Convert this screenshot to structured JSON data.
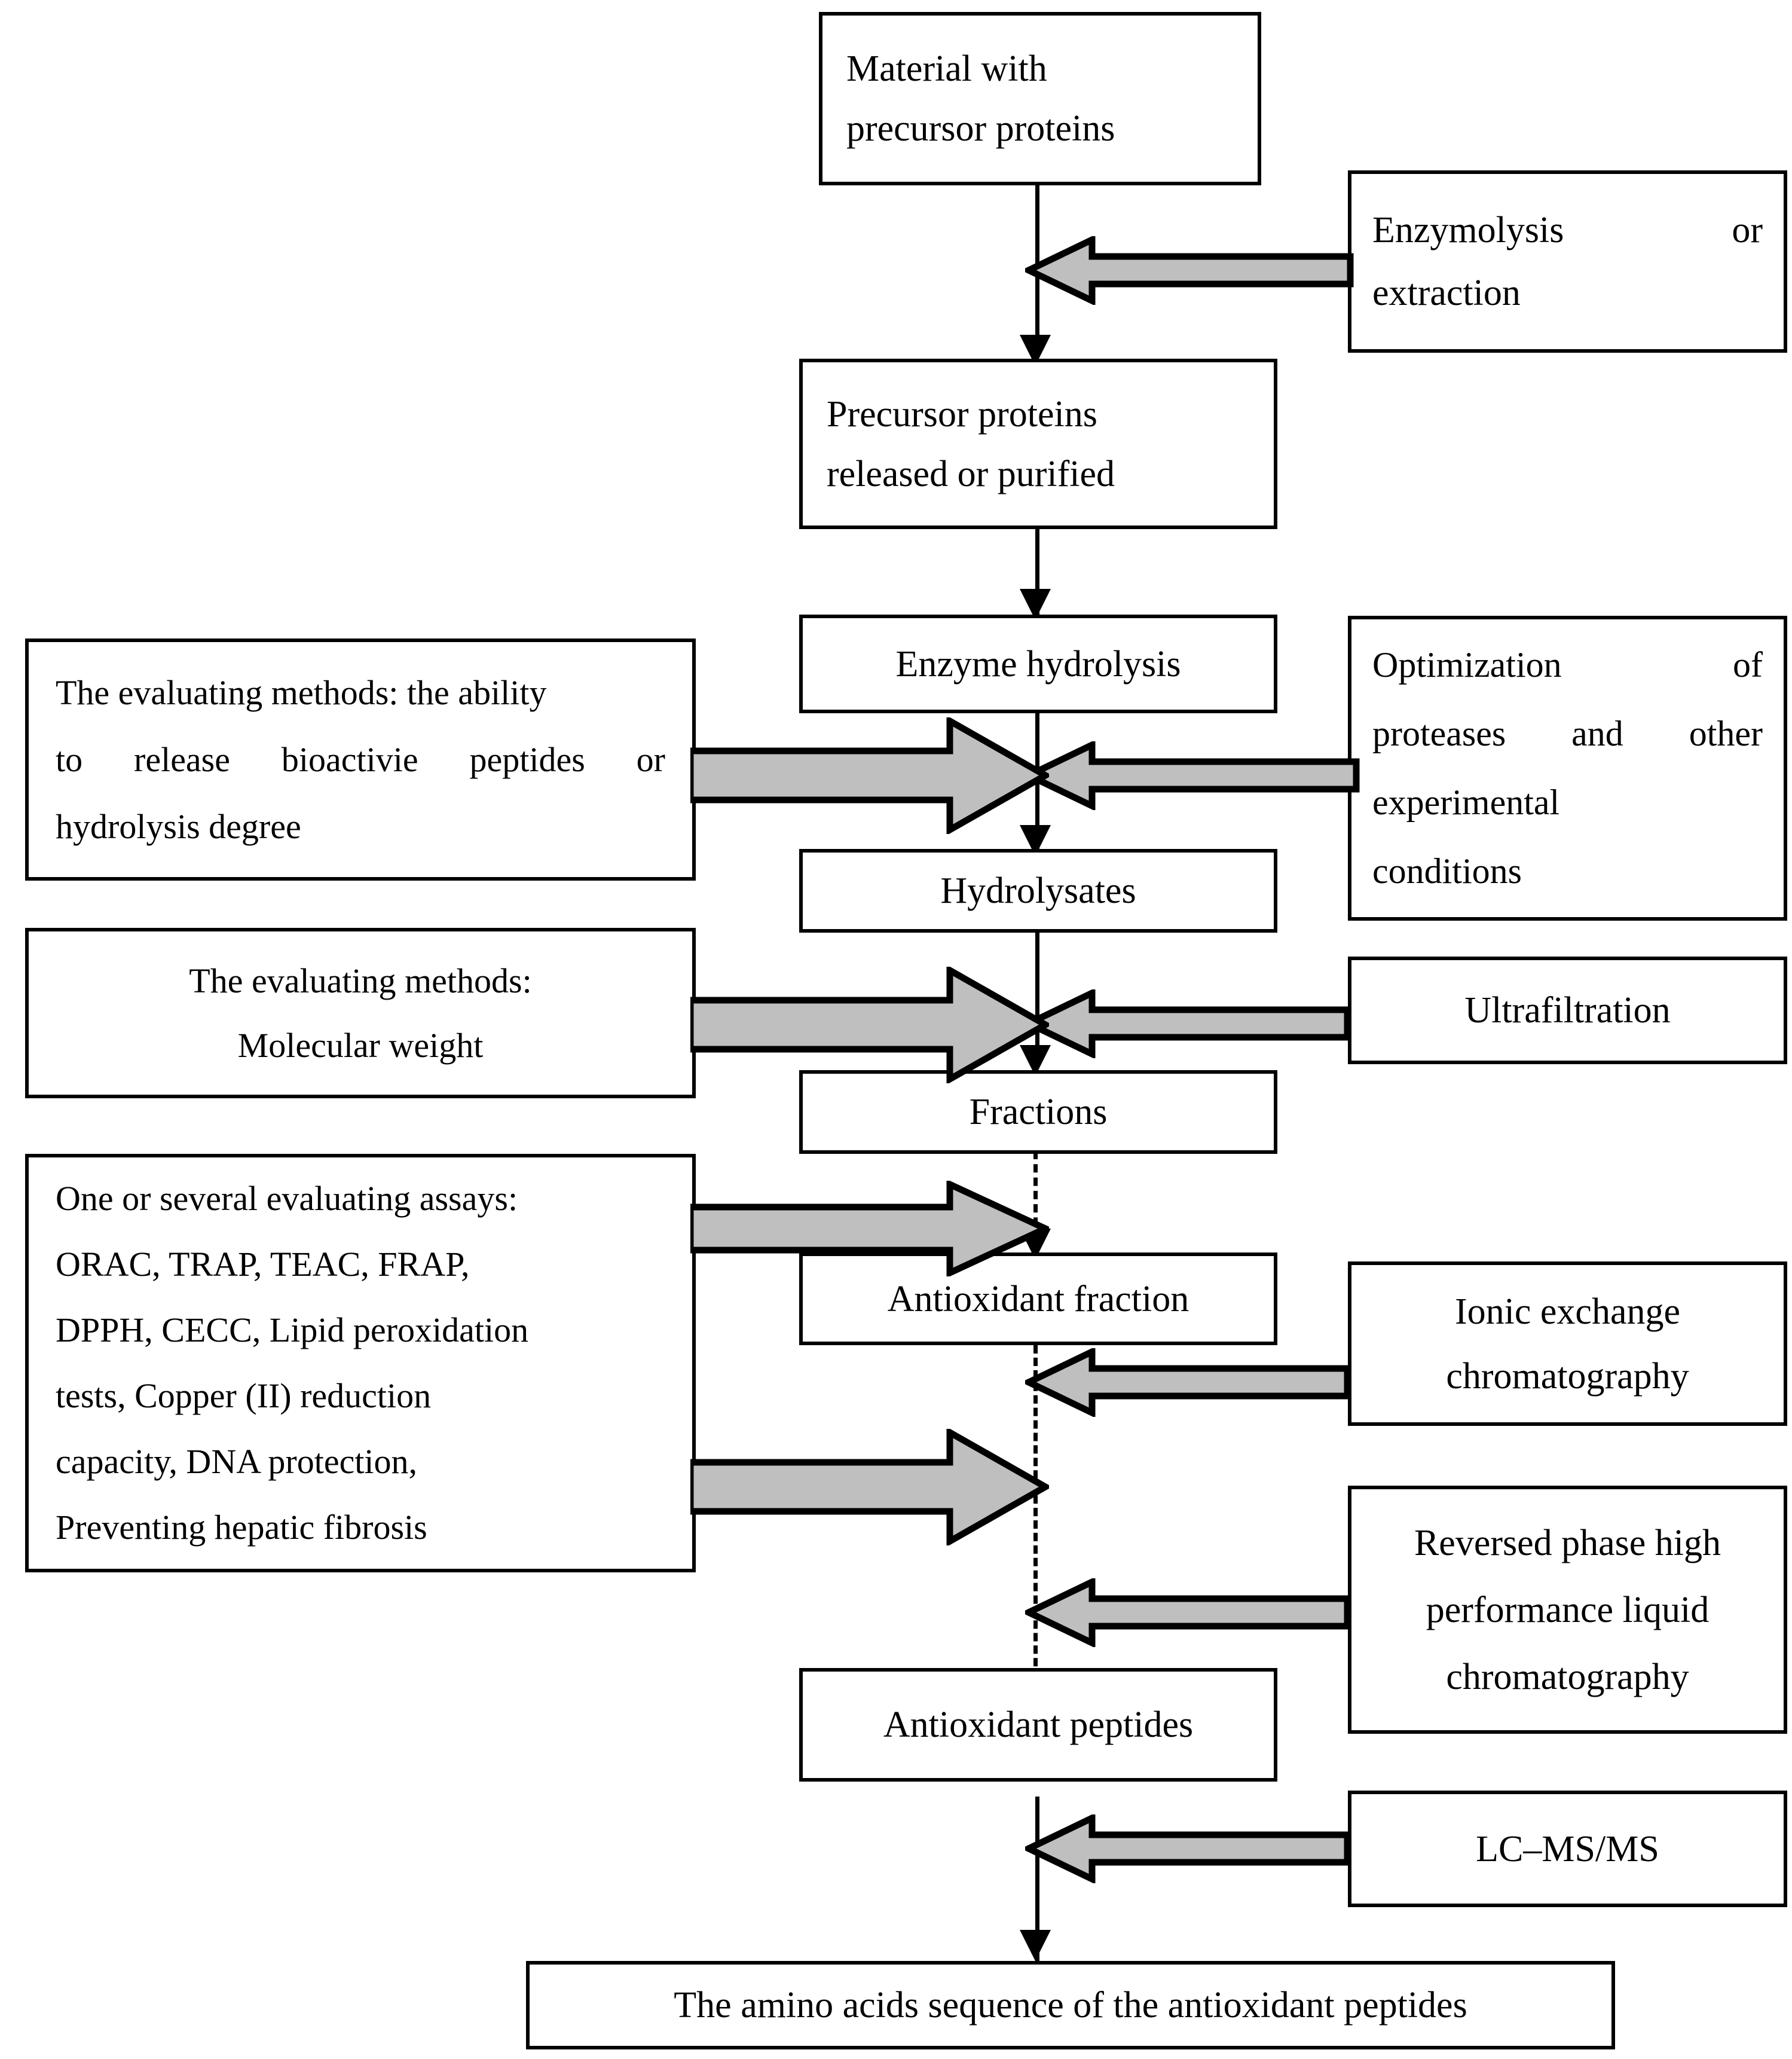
{
  "diagram": {
    "title": "Preparation and evaluation workflow of antioxidant peptides",
    "colors": {
      "arrow_fill": "#BFBFBF",
      "outline": "#000000",
      "background": "#FFFFFF"
    },
    "nodes": {
      "material": {
        "line1": "Material with",
        "line2": "precursor proteins"
      },
      "enzymolysis": {
        "line1": "Enzymolysis           or",
        "line2": "extraction"
      },
      "precursor_released": {
        "line1": "Precursor proteins",
        "line2": "released or purified"
      },
      "enzyme_hydrolysis": {
        "line1": "Enzyme hydrolysis"
      },
      "optimization": {
        "line1": "Optimization            of",
        "line2": "proteases  and  other",
        "line3": "experimental",
        "line4": "conditions"
      },
      "eval_ability": {
        "line1": "The evaluating methods: the ability",
        "line2": "to  release  bioactivie  peptides  or",
        "line3": "hydrolysis degree"
      },
      "hydrolysates": {
        "line1": "Hydrolysates"
      },
      "eval_mw": {
        "line1": "The evaluating methods:",
        "line2": "Molecular weight"
      },
      "ultrafiltration": {
        "line1": "Ultrafiltration"
      },
      "fractions": {
        "line1": "Fractions"
      },
      "assays": {
        "line1": "One or several evaluating assays:",
        "line2": "ORAC, TRAP, TEAC, FRAP,",
        "line3": "DPPH, CECC, Lipid peroxidation",
        "line4": "tests, Copper (II) reduction",
        "line5": "capacity, DNA protection,",
        "line6": "Preventing hepatic fibrosis"
      },
      "antioxidant_fraction": {
        "line1": "Antioxidant fraction"
      },
      "ionic_exchange": {
        "line1": "Ionic exchange",
        "line2": "chromatography"
      },
      "rp_hplc": {
        "line1": "Reversed phase high",
        "line2": "performance liquid",
        "line3": "chromatography"
      },
      "antioxidant_peptides": {
        "line1": "Antioxidant peptides"
      },
      "lcmsms": {
        "line1": "LC–MS/MS"
      },
      "final": {
        "line1": "The amino acids sequence of the antioxidant peptides"
      }
    },
    "connectors": [
      {
        "name": "material-to-precursor",
        "style": "solid",
        "direction": "down"
      },
      {
        "name": "precursor-to-enzyme-hydrolysis",
        "style": "solid",
        "direction": "down"
      },
      {
        "name": "enzyme-hydrolysis-to-hydrolysates",
        "style": "solid",
        "direction": "down"
      },
      {
        "name": "hydrolysates-to-fractions",
        "style": "solid",
        "direction": "down"
      },
      {
        "name": "fractions-to-antioxidant-fraction",
        "style": "dashed",
        "direction": "down"
      },
      {
        "name": "antioxidant-fraction-to-antioxidant-peptides",
        "style": "dashed",
        "direction": "down"
      },
      {
        "name": "antioxidant-peptides-to-final",
        "style": "solid",
        "direction": "down"
      }
    ],
    "block_arrows": [
      {
        "name": "enzymolysis-arrow",
        "direction": "left",
        "size": "thin"
      },
      {
        "name": "optimization-arrow",
        "direction": "left",
        "size": "thin"
      },
      {
        "name": "eval-ability-arrow",
        "direction": "right",
        "size": "thick"
      },
      {
        "name": "ultrafiltration-arrow",
        "direction": "left",
        "size": "thin"
      },
      {
        "name": "eval-mw-arrow",
        "direction": "right",
        "size": "thick"
      },
      {
        "name": "assays-upper-arrow",
        "direction": "right",
        "size": "thick"
      },
      {
        "name": "ionic-exchange-arrow",
        "direction": "left",
        "size": "thin"
      },
      {
        "name": "assays-lower-arrow",
        "direction": "right",
        "size": "thick"
      },
      {
        "name": "rp-hplc-arrow",
        "direction": "left",
        "size": "thin"
      },
      {
        "name": "lcmsms-arrow",
        "direction": "left",
        "size": "thin"
      }
    ]
  }
}
